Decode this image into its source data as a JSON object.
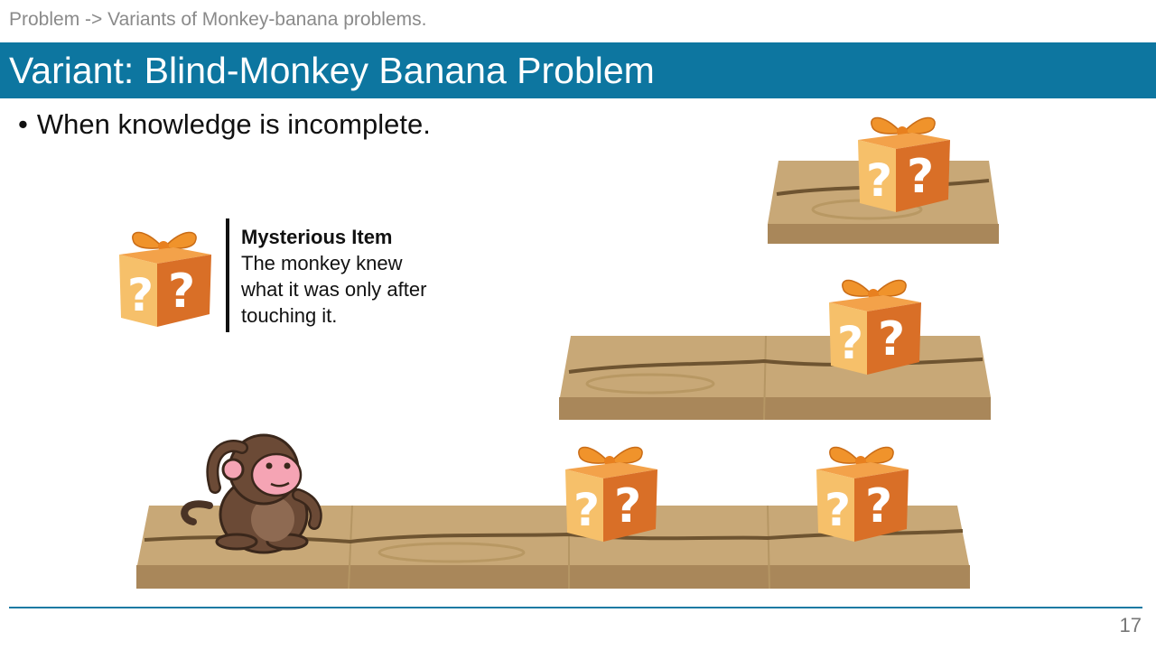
{
  "breadcrumb": "Problem -> Variants of Monkey-banana problems.",
  "title": "Variant: Blind-Monkey Banana Problem",
  "bullet": "When knowledge is incomplete.",
  "legend": {
    "title": "Mysterious Item",
    "description": "The monkey knew what it was only after touching it."
  },
  "page_number": "17",
  "colors": {
    "title_bar": "#0d76a0",
    "platform_top": "#c8a877",
    "platform_side": "#a9875a",
    "box_light": "#f7c873",
    "box_dark": "#d76d26",
    "ribbon": "#f0932b",
    "monkey_fur": "#6b4a36",
    "monkey_face": "#f5a4b4"
  },
  "icons": [
    "mystery-box-icon",
    "monkey-icon",
    "wooden-platform"
  ]
}
